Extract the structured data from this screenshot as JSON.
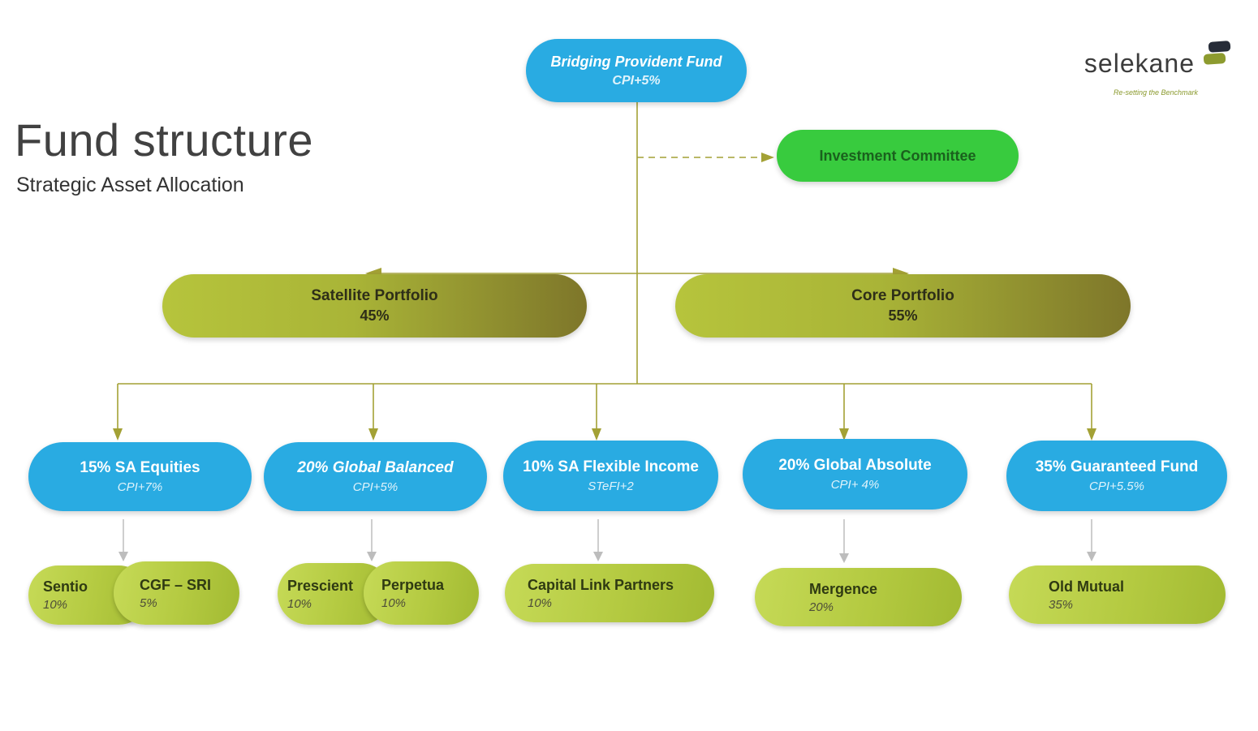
{
  "title": {
    "main": "Fund structure",
    "subtitle": "Strategic Asset Allocation"
  },
  "logo": {
    "wordmark": "selekane",
    "tagline": "Re-setting the Benchmark"
  },
  "colors": {
    "node_blue": "#29abe2",
    "committee_green": "#38cb3e",
    "committee_text_green": "#1a611d",
    "portfolio_olive_light": "#b6c43c",
    "portfolio_olive_dark": "#7e762a",
    "manager_green_light": "#c6da57",
    "manager_green_dark": "#a2ba32",
    "connector_olive": "#a3a135",
    "connector_gray": "#bdbdbd"
  },
  "root": {
    "title": "Bridging Provident Fund",
    "benchmark": "CPI+5%"
  },
  "committee": {
    "label": "Investment Committee"
  },
  "portfolios": [
    {
      "label": "Satellite Portfolio",
      "allocation": "45%"
    },
    {
      "label": "Core Portfolio",
      "allocation": "55%"
    }
  ],
  "mandates": [
    {
      "title": "15% SA Equities",
      "benchmark": "CPI+7%"
    },
    {
      "title": "20% Global Balanced",
      "benchmark": "CPI+5%"
    },
    {
      "title": "10% SA Flexible Income",
      "benchmark": "STeFI+2"
    },
    {
      "title": "20% Global Absolute",
      "benchmark": "CPI+ 4%"
    },
    {
      "title": "35% Guaranteed Fund",
      "benchmark": "CPI+5.5%"
    }
  ],
  "managers": [
    {
      "name": "Sentio",
      "allocation": "10%"
    },
    {
      "name": "CGF – SRI",
      "allocation": "5%"
    },
    {
      "name": "Prescient",
      "allocation": "10%"
    },
    {
      "name": "Perpetua",
      "allocation": "10%"
    },
    {
      "name": "Capital Link Partners",
      "allocation": "10%"
    },
    {
      "name": "Mergence",
      "allocation": "20%"
    },
    {
      "name": "Old Mutual",
      "allocation": "35%"
    }
  ]
}
